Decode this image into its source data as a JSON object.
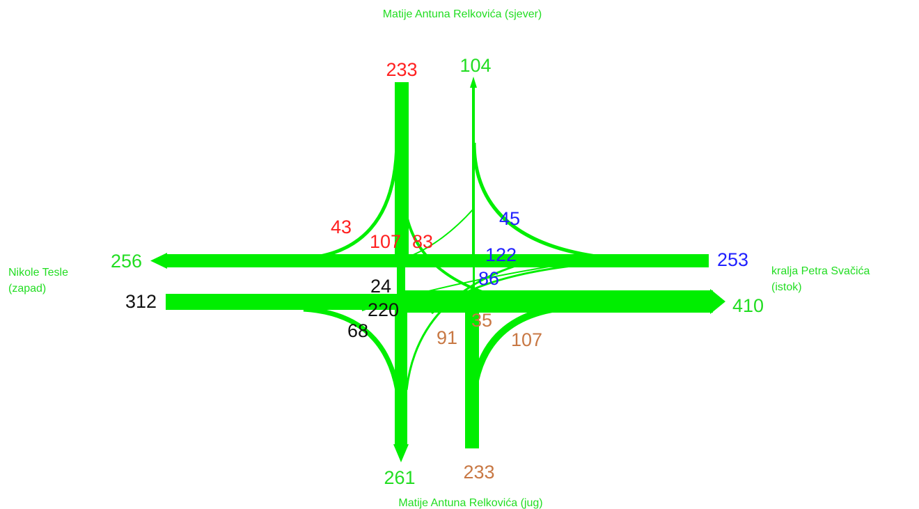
{
  "colors": {
    "flow": "#00ee00",
    "north_arm": "#ff2020",
    "east_arm": "#2020ff",
    "south_arm": "#c87844",
    "west_arm": "#111111",
    "street": "#22dd22",
    "exit_total": "#22dd22"
  },
  "streets": {
    "north": "Matije Antuna Relkovića (sjever)",
    "south": "Matije Antuna Relkovića (jug)",
    "west_line1": "Nikole Tesle",
    "west_line2": "(zapad)",
    "east_line1": "kralja Petra Svačića",
    "east_line2": "(istok)"
  },
  "totals": {
    "north_in": "233",
    "north_out": "104",
    "south_out": "261",
    "south_in": "233",
    "west_out": "256",
    "west_in": "312",
    "east_in": "253",
    "east_out": "410"
  },
  "movements": {
    "north_right": "43",
    "north_through": "107",
    "north_left": "83",
    "east_right": "45",
    "east_through": "122",
    "east_left": "86",
    "south_left": "91",
    "south_through": "35",
    "south_right": "107",
    "west_left": "24",
    "west_through": "220",
    "west_right": "68"
  }
}
